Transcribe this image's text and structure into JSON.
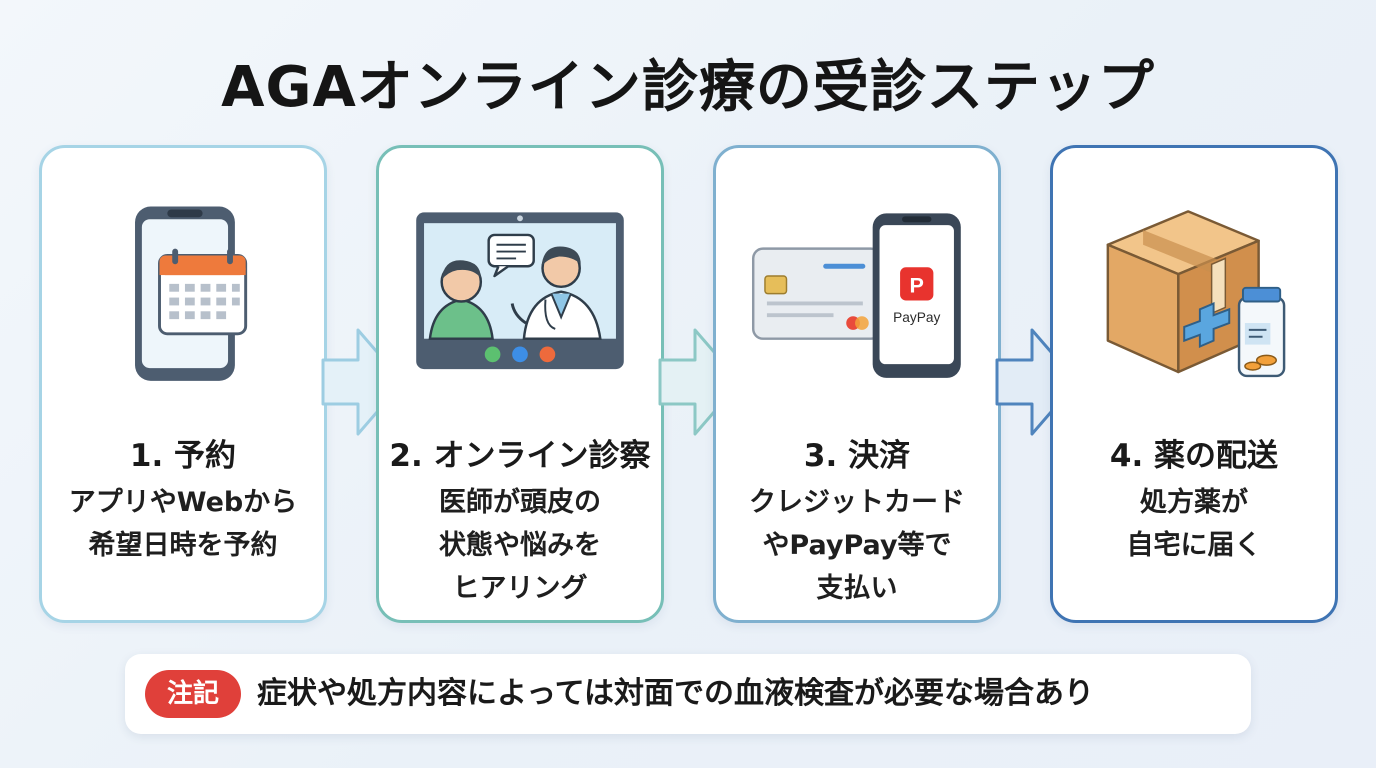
{
  "title": "AGAオンライン診療の受診ステップ",
  "steps": [
    {
      "title": "1. 予約",
      "desc": [
        "アプリやWebから",
        "希望日時を予約"
      ],
      "icon": "smartphone-calendar-icon"
    },
    {
      "title": "2. オンライン診察",
      "desc": [
        "医師が頭皮の",
        "状態や悩みを",
        "ヒアリング"
      ],
      "icon": "video-consultation-icon"
    },
    {
      "title": "3. 決済",
      "desc": [
        "クレジットカード",
        "やPayPay等で",
        "支払い"
      ],
      "icon": "payment-card-phone-icon",
      "brand_label": "PayPay"
    },
    {
      "title": "4. 薬の配送",
      "desc": [
        "処方薬が",
        "自宅に届く"
      ],
      "icon": "delivery-box-medicine-icon"
    }
  ],
  "note": {
    "badge": "注記",
    "text": "症状や処方内容によっては対面での血液検査が必要な場合あり"
  },
  "colors": {
    "card1_border": "#a6d4e6",
    "card2_border": "#77bfb7",
    "card3_border": "#7fb0cf",
    "card4_border": "#3f74b3",
    "badge": "#e0403a"
  }
}
